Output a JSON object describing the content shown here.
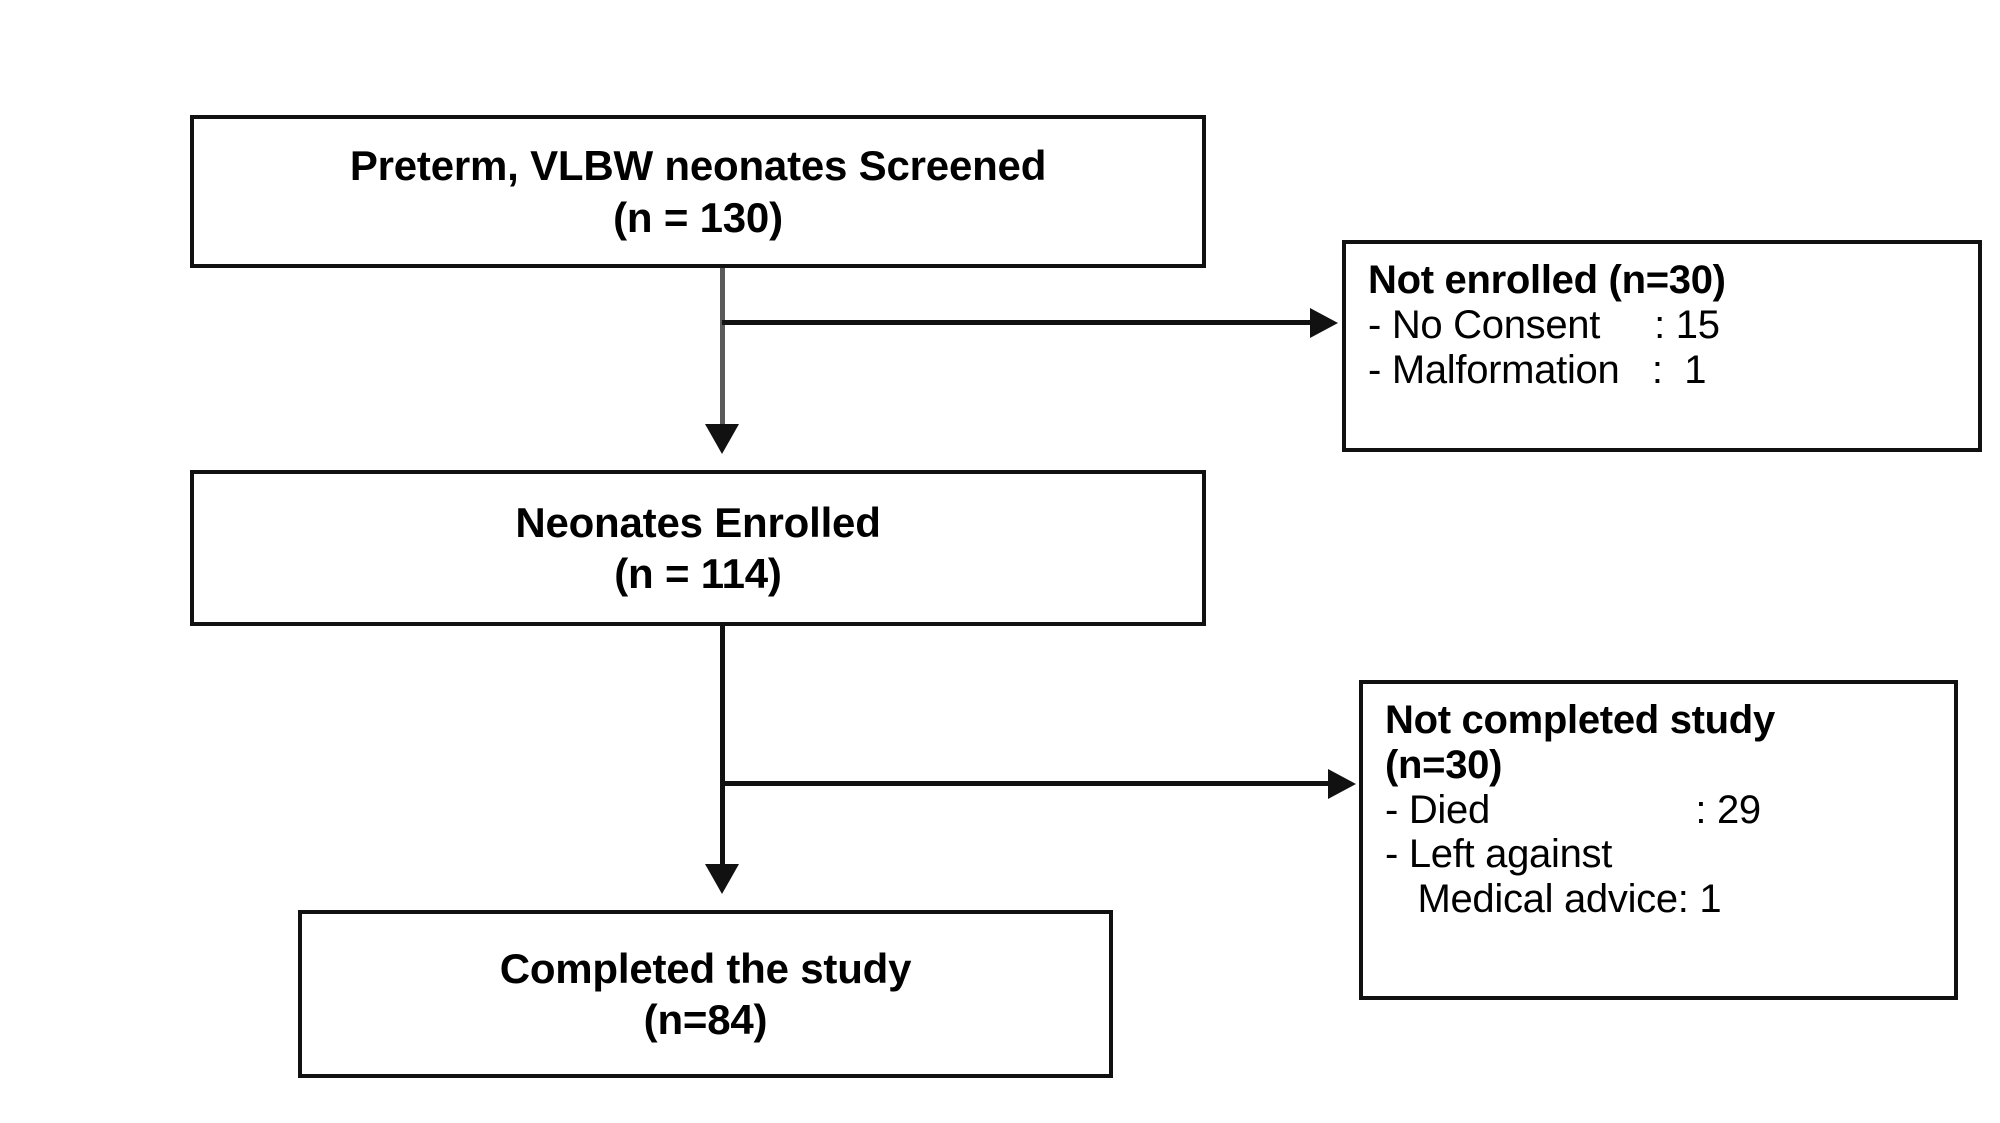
{
  "diagram": {
    "type": "flowchart",
    "title": "Study participant flow",
    "orientation": "top-to-bottom with right-side exclusion branches",
    "colors": {
      "box_border": "#111111",
      "box_fill": "#ffffff",
      "connector": "#111111",
      "first_connector": "#5a5a5a",
      "text": "#000000"
    }
  },
  "nodes": {
    "screened": {
      "id": "screened",
      "line1": "Preterm, VLBW neonates Screened",
      "line2": "(n = 130)",
      "n": 130
    },
    "enrolled": {
      "id": "enrolled",
      "line1": "Neonates Enrolled",
      "line2": "(n = 114)",
      "n": 114
    },
    "completed": {
      "id": "completed",
      "line1": "Completed the study",
      "line2": "(n=84)",
      "n": 84
    },
    "not_enrolled": {
      "id": "not-enrolled",
      "heading": "Not enrolled (n=30)",
      "n": 30,
      "reason1": "- No Consent     : 15",
      "reason2": "- Malformation   :  1"
    },
    "not_completed": {
      "id": "not-completed",
      "heading_line1": "Not completed study",
      "heading_line2": "(n=30)",
      "n": 30,
      "reason1": "- Died                   : 29",
      "reason2": "- Left against",
      "reason3": "   Medical advice: 1"
    }
  },
  "edges": [
    {
      "id": "screened-to-enrolled",
      "from": "screened",
      "to": "enrolled",
      "kind": "vertical-arrow"
    },
    {
      "id": "screened-to-not-enrolled",
      "from": "screened",
      "to": "not_enrolled",
      "kind": "horizontal-branch-arrow"
    },
    {
      "id": "enrolled-to-completed",
      "from": "enrolled",
      "to": "completed",
      "kind": "vertical-arrow"
    },
    {
      "id": "enrolled-to-not-completed",
      "from": "enrolled",
      "to": "not_completed",
      "kind": "horizontal-branch-arrow"
    }
  ]
}
